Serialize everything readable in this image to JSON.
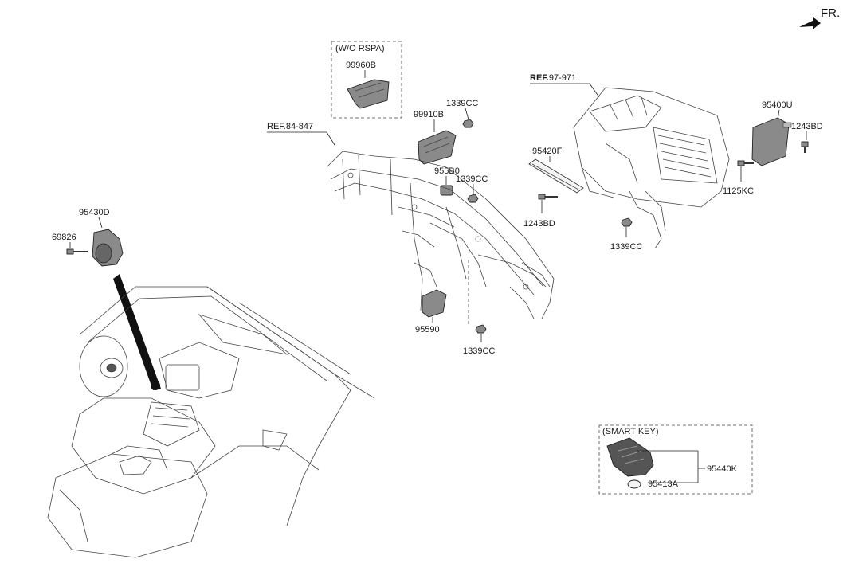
{
  "direction_label": "FR.",
  "references": [
    {
      "prefix": "REF.",
      "code": "84-847"
    },
    {
      "prefix": "REF.",
      "code": "97-971"
    }
  ],
  "groups": {
    "wo_rspa": "(W/O RSPA)",
    "smart_key": "(SMART KEY)"
  },
  "parts": {
    "p99960B": "99960B",
    "p99910B": "99910B",
    "p1339CC_a": "1339CC",
    "p95580": "955B0",
    "p1339CC_b": "1339CC",
    "p95430D": "95430D",
    "p69826": "69826",
    "p95590": "95590",
    "p1339CC_c": "1339CC",
    "p95420F": "95420F",
    "p1243BD_a": "1243BD",
    "p95400U": "95400U",
    "p1243BD_b": "1243BD",
    "p1125KC": "1125KC",
    "p1339CC_d": "1339CC",
    "p95440K": "95440K",
    "p95413A": "95413A"
  }
}
